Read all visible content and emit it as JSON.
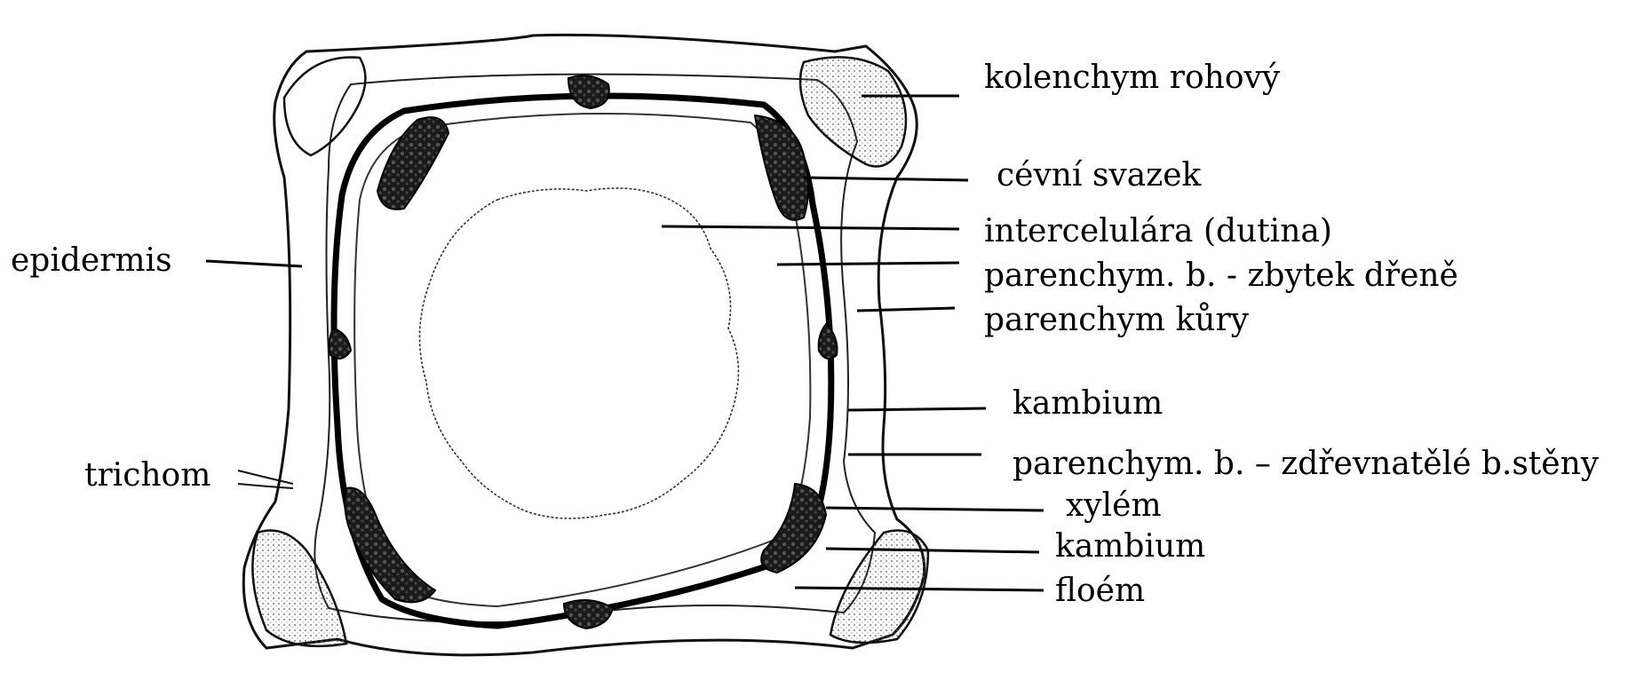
{
  "diagram": {
    "labels": {
      "epidermis": "epidermis",
      "trichom": "trichom",
      "kolenchym": "kolenchym rohový",
      "cevni_svazek": "cévní svazek",
      "intercelulara": "intercelulára (dutina)",
      "parenchym_zbytek": "parenchym. b. - zbytek dřeně",
      "parenchym_kury": "parenchym kůry",
      "kambium_1": "kambium",
      "parenchym_zdrevnatele": "parenchym. b. – zdřevnatělé b.stěny",
      "xylem": "xylém",
      "kambium_2": "kambium",
      "floem": "floém"
    }
  }
}
